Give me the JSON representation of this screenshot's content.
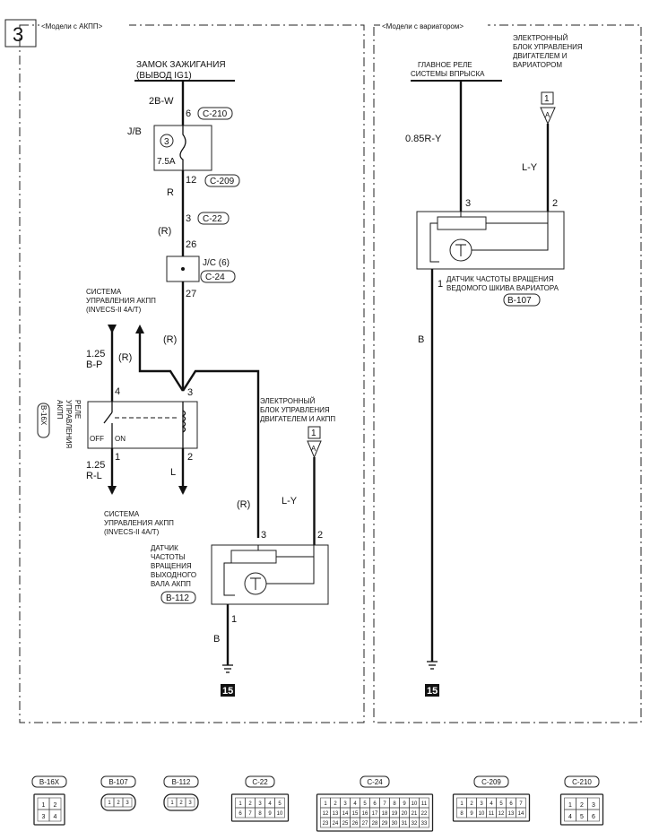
{
  "page_number": "3",
  "panels": {
    "left_title": "<Модели с АКПП>",
    "right_title": "<Модели с вариатором>"
  },
  "left": {
    "ignition_switch": "ЗАМОК ЗАЖИГАНИЯ",
    "ignition_output": "(ВЫВОД IG1)",
    "wire_2b_w": "2B-W",
    "pin_6": "6",
    "conn_c210": "C-210",
    "jb_label": "J/B",
    "fuse_num": "3",
    "fuse_amp": "7.5A",
    "pin_12": "12",
    "conn_c209": "C-209",
    "wire_r": "R",
    "pin_3a": "3",
    "conn_c22": "C-22",
    "wire_r_paren": "(R)",
    "pin_26": "26",
    "jc_label": "J/C (6)",
    "conn_c24": "C-24",
    "pin_27": "27",
    "wire_r_paren2": "(R)",
    "at_system_1": "СИСТЕМА",
    "at_system_2": "УПРАВЛЕНИЯ АКПП",
    "at_system_3": "(INVECS-II 4A/T)",
    "wire_125_bp_1": "1.25",
    "wire_125_bp_2": "B-P",
    "wire_r_paren3": "(R)",
    "pin_4": "4",
    "pin_3b": "3",
    "relay_1": "РЕЛЕ",
    "relay_2": "УПРАВЛЕНИЯ",
    "relay_3": "АКПП",
    "conn_b16x": "B-16X",
    "relay_off": "OFF",
    "relay_on": "ON",
    "pin_1a": "1",
    "pin_2a": "2",
    "wire_125_rl_1": "1.25",
    "wire_125_rl_2": "R-L",
    "wire_l": "L",
    "at_system_b1": "СИСТЕМА",
    "at_system_b2": "УПРАВЛЕНИЯ АКПП",
    "at_system_b3": "(INVECS-II 4A/T)",
    "ecu_1": "ЭЛЕКТРОННЫЙ",
    "ecu_2": "БЛОК УПРАВЛЕНИЯ",
    "ecu_3": "ДВИГАТЕЛЕМ И АКПП",
    "ecu_ref": "1",
    "ecu_pin": "A",
    "wire_r_paren4": "(R)",
    "wire_ly": "L-Y",
    "pin_3c": "3",
    "pin_2b": "2",
    "sensor_1": "ДАТЧИК",
    "sensor_2": "ЧАСТОТЫ",
    "sensor_3": "ВРАЩЕНИЯ",
    "sensor_4": "ВЫХОДНОГО",
    "sensor_5": "ВАЛА АКПП",
    "conn_b112": "B-112",
    "pin_1b": "1",
    "wire_b": "B",
    "ground": "15"
  },
  "right": {
    "relay_1": "ГЛАВНОЕ РЕЛЕ",
    "relay_2": "СИСТЕМЫ ВПРЫСКА",
    "ecu_1": "ЭЛЕКТРОННЫЙ",
    "ecu_2": "БЛОК УПРАВЛЕНИЯ",
    "ecu_3": "ДВИГАТЕЛЕМ И",
    "ecu_4": "ВАРИАТОРОМ",
    "ecu_ref": "1",
    "ecu_pin": "A",
    "wire_085": "0.85R-Y",
    "wire_ly": "L-Y",
    "pin_3": "3",
    "pin_2": "2",
    "pin_1": "1",
    "sensor_1": "ДАТЧИК ЧАСТОТЫ ВРАЩЕНИЯ",
    "sensor_2": "ВЕДОМОГО ШКИВА ВАРИАТОРА",
    "conn_b107": "B-107",
    "wire_b": "B",
    "ground": "15"
  },
  "connectors": [
    {
      "name": "B-16X",
      "pins": [
        "1",
        "2",
        "3",
        "4"
      ]
    },
    {
      "name": "B-107",
      "pins": [
        "1",
        "2",
        "3"
      ]
    },
    {
      "name": "B-112",
      "pins": [
        "1",
        "2",
        "3"
      ]
    },
    {
      "name": "C-22",
      "pins": [
        "1",
        "2",
        "3",
        "4",
        "5",
        "6",
        "7",
        "8",
        "9",
        "10"
      ]
    },
    {
      "name": "C-24",
      "pins": [
        "1",
        "2",
        "3",
        "4",
        "5",
        "6",
        "7",
        "8",
        "9",
        "10",
        "11",
        "12",
        "13",
        "14",
        "15",
        "16",
        "17",
        "18",
        "19",
        "20",
        "21",
        "22",
        "23",
        "24",
        "25",
        "26",
        "27",
        "28",
        "29",
        "30",
        "31",
        "32",
        "33"
      ]
    },
    {
      "name": "C-209",
      "pins": [
        "1",
        "2",
        "3",
        "4",
        "5",
        "6",
        "7",
        "8",
        "9",
        "10",
        "11",
        "12",
        "13",
        "14"
      ]
    },
    {
      "name": "C-210",
      "pins": [
        "1",
        "2",
        "3",
        "4",
        "5",
        "6"
      ]
    }
  ]
}
